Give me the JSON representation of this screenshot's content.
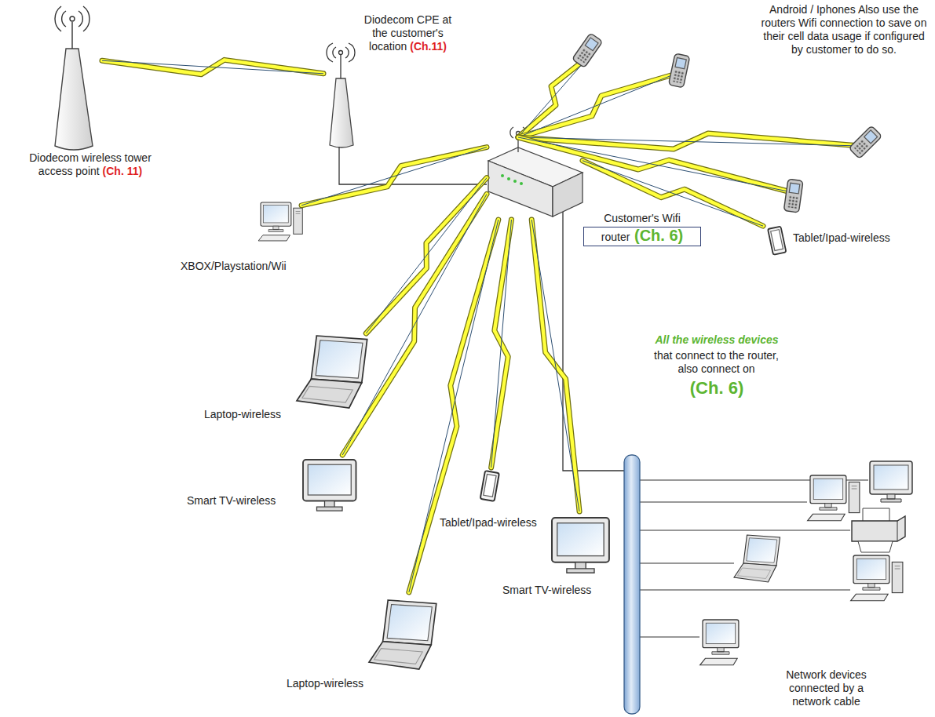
{
  "diagram": {
    "nodes": [
      {
        "text": [
          "Diodecom wireless tower access point",
          "(Ch. 11)"
        ]
      },
      {
        "text": [
          "Diodecom CPE at the customer's location",
          "(Ch.11)"
        ]
      },
      {
        "text": [
          "Customer's Wifi",
          "router",
          "(Ch. 6)"
        ]
      },
      {
        "text": [
          "XBOX/Playstation/Wii"
        ]
      },
      {
        "text": [
          "Tablet/Ipad-wireless"
        ]
      },
      {
        "text": [
          "Laptop-wireless"
        ]
      },
      {
        "text": [
          "Smart TV-wireless"
        ]
      },
      {
        "text": [
          "Tablet/Ipad-wireless"
        ]
      },
      {
        "text": [
          "Smart TV-wireless"
        ]
      },
      {
        "text": [
          "Laptop-wireless"
        ]
      }
    ],
    "edges": [
      {
        "from": 0,
        "to": 1,
        "arrow": "none"
      },
      {
        "from": 1,
        "to": 2,
        "arrow": "none"
      },
      {
        "from": 2,
        "to": 3,
        "arrow": "none"
      },
      {
        "from": 2,
        "to": 4,
        "arrow": "none"
      },
      {
        "from": 2,
        "to": 5,
        "arrow": "none"
      },
      {
        "from": 2,
        "to": 6,
        "arrow": "none"
      },
      {
        "from": 2,
        "to": 7,
        "arrow": "none"
      },
      {
        "from": 2,
        "to": 8,
        "arrow": "none"
      },
      {
        "from": 2,
        "to": 9,
        "arrow": "none"
      }
    ],
    "labels": [
      "Android / Iphones Also use the routers Wifi connection to save on their cell data usage if configured by customer to do so.",
      "All the wireless devices",
      "that connect to the router, also connect on",
      "(Ch. 6)",
      "Network devices connected by a network cable"
    ]
  }
}
